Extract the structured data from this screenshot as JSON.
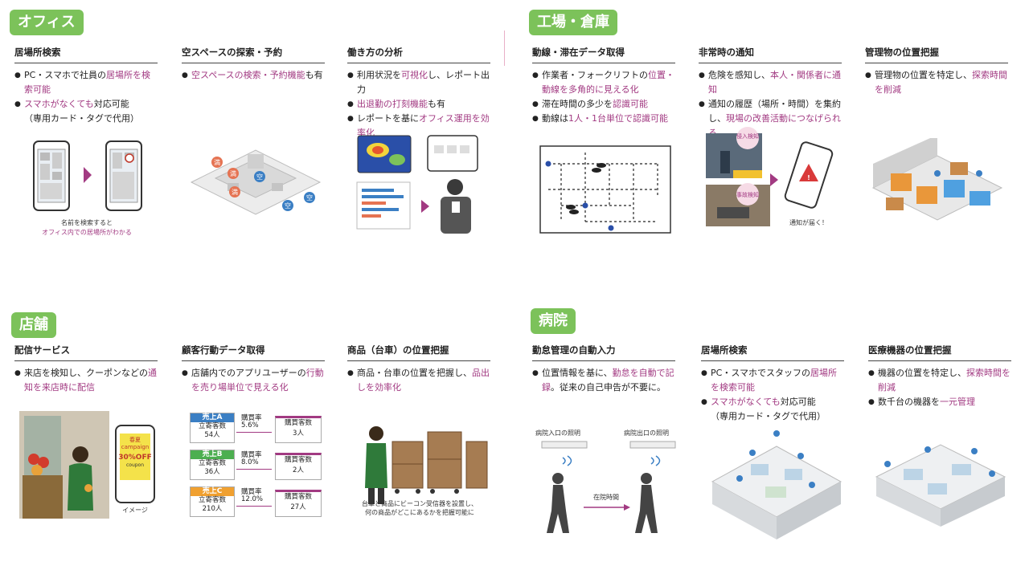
{
  "office": {
    "tag": "オフィス",
    "c1": {
      "title": "居場所検索",
      "b1_pre": "PC・スマホで社員の",
      "b1_hl": "居場所を検索可能",
      "b2_hl": "スマホがなくても",
      "b2_post": "対応可能",
      "sub": "（専用カード・タグで代用）",
      "cap1": "名前を検索すると",
      "cap2": "オフィス内での居場所がわかる"
    },
    "c2": {
      "title": "空スペースの探索・予約",
      "b1_hl": "空スペースの検索・予約機能",
      "b1_post": "も有",
      "tag_full": "満",
      "tag_empty": "空"
    },
    "c3": {
      "title": "働き方の分析",
      "b1_pre": "利用状況を",
      "b1_hl": "可視化",
      "b1_post": "し、レポート出力",
      "b2_hl": "出退勤の打刻機能",
      "b2_post": "も有",
      "b3_pre": "レポートを基に",
      "b3_hl": "オフィス運用を効率化"
    }
  },
  "factory": {
    "tag": "工場・倉庫",
    "c1": {
      "title": "動線・滞在データ取得",
      "b1_pre": "作業者・フォークリフトの",
      "b1_hl": "位置・動線を多角的に見える化",
      "b2_pre": "滞在時間の多少を",
      "b2_hl": "認識可能",
      "b3_pre": "動線は",
      "b3_hl": "1人・1台単位で認識可能"
    },
    "c2": {
      "title": "非常時の通知",
      "b1_pre": "危険を感知し、",
      "b1_hl": "本人・関係者に通知",
      "b2_pre": "通知の履歴（場所・時間）を集約し、",
      "b2_hl": "現場の改善活動につなげられる",
      "badge1": "侵入検知",
      "badge2": "事故検知",
      "cap": "通知が届く！"
    },
    "c3": {
      "title": "管理物の位置把握",
      "b1_pre": "管理物の位置を特定し、",
      "b1_hl": "探索時間を削減"
    }
  },
  "store": {
    "tag": "店舗",
    "c1": {
      "title": "配信サービス",
      "b1_pre": "来店を検知し、クーポンなどの",
      "b1_hl": "通知を来店時に配信",
      "phone_line1": "春夏",
      "phone_line2": "campaign",
      "coupon_big": "30%OFF",
      "coupon_small": "coupon",
      "cap": "イメージ"
    },
    "c2": {
      "title": "顧客行動データ取得",
      "b1_pre": "店舗内でのアプリユーザーの",
      "b1_hl": "行動を売り場単位で見える化",
      "rate_label": "購買率",
      "buyers_label": "購買客数",
      "visitors_label": "立寄客数",
      "rows": [
        {
          "name": "売上A",
          "visitors": "54人",
          "rate": "5.6%",
          "buyers": "3人",
          "color": "#3b7fc4"
        },
        {
          "name": "売上B",
          "visitors": "36人",
          "rate": "8.0%",
          "buyers": "2人",
          "color": "#4caf50"
        },
        {
          "name": "売上C",
          "visitors": "210人",
          "rate": "12.0%",
          "buyers": "27人",
          "color": "#f0a030"
        }
      ]
    },
    "c3": {
      "title": "商品（台車）の位置把握",
      "b1_pre": "商品・台車の位置を把握し、",
      "b1_hl": "品出しを効率化",
      "cap1": "台車と商品にビーコン受信器を設置し、",
      "cap2": "何の商品がどこにあるかを把握可能に"
    }
  },
  "hospital": {
    "tag": "病院",
    "c1": {
      "title": "勤怠管理の自動入力",
      "b1_pre": "位置情報を基に、",
      "b1_hl": "勤怠を自動で記録",
      "b1_post": "。従来の自己申告が不要に。",
      "light1": "病院入口の照明",
      "light2": "病院出口の照明",
      "arrow": "在院時間"
    },
    "c2": {
      "title": "居場所検索",
      "b1_pre": "PC・スマホでスタッフの",
      "b1_hl": "居場所を検索可能",
      "b2_hl": "スマホがなくても",
      "b2_post": "対応可能",
      "sub": "（専用カード・タグで代用）"
    },
    "c3": {
      "title": "医療機器の位置把握",
      "b1_pre": "機器の位置を特定し、",
      "b1_hl": "探索時間を削減",
      "b2_pre": "数千台の機器を",
      "b2_hl": "一元管理"
    }
  }
}
